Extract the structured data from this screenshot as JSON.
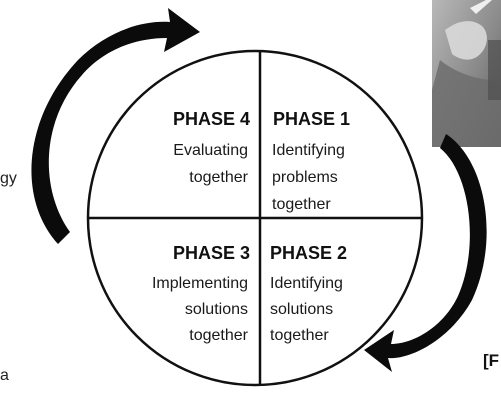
{
  "phases": [
    {
      "title": "PHASE 4",
      "lines": [
        "Evaluating",
        "together"
      ]
    },
    {
      "title": "PHASE 1",
      "lines": [
        "Identifying",
        "problems",
        "together"
      ]
    },
    {
      "title": "PHASE 3",
      "lines": [
        "Implementing",
        "solutions",
        "together"
      ]
    },
    {
      "title": "PHASE 2",
      "lines": [
        "Identifying",
        "solutions",
        "together"
      ]
    }
  ],
  "cropped_text": {
    "left_upper": "gy",
    "left_lower": "a",
    "right_bottom": "[F"
  },
  "colors": {
    "circle_fill": "#ffffff",
    "circle_stroke": "#111111",
    "arrow": "#0b0b0b",
    "photo_bg": "#8e8e8e"
  },
  "icons": [
    "cycle-arrow-top-left",
    "cycle-arrow-bottom-right",
    "photo-thumbnail"
  ]
}
